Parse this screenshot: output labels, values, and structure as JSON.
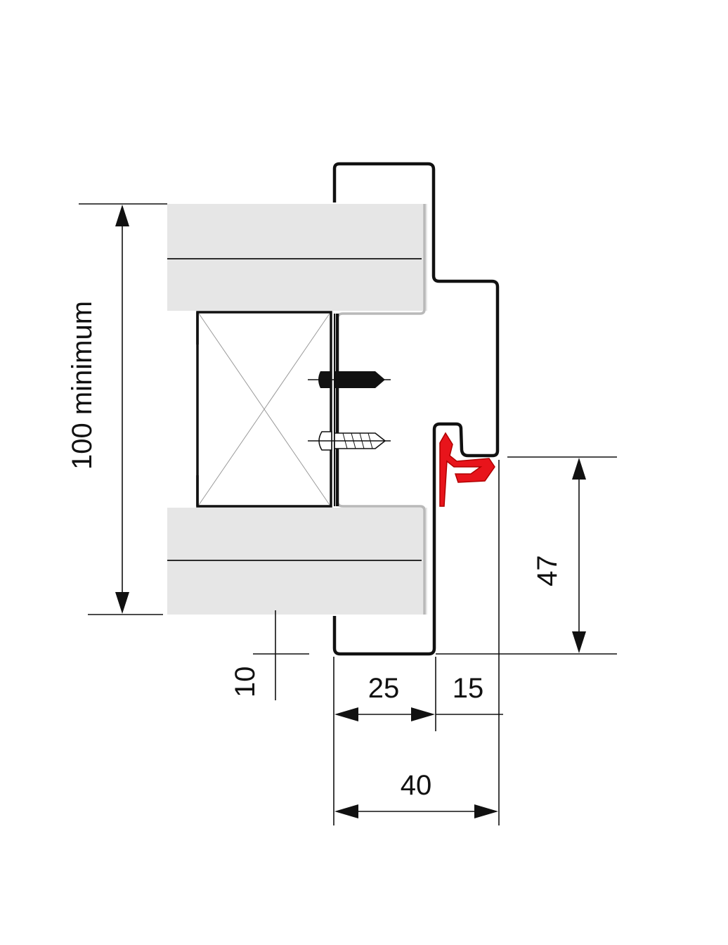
{
  "diagram": {
    "dimensions": {
      "wall_thickness_label": "100 minimum",
      "rebate_label": "47",
      "offset_label": "10",
      "frame_depth_label": "25",
      "stop_label": "15",
      "total_depth_label": "40"
    },
    "colors": {
      "line": "#111111",
      "panel_fill": "#e6e6e6",
      "seal": "#e8141b",
      "background": "#ffffff"
    }
  }
}
